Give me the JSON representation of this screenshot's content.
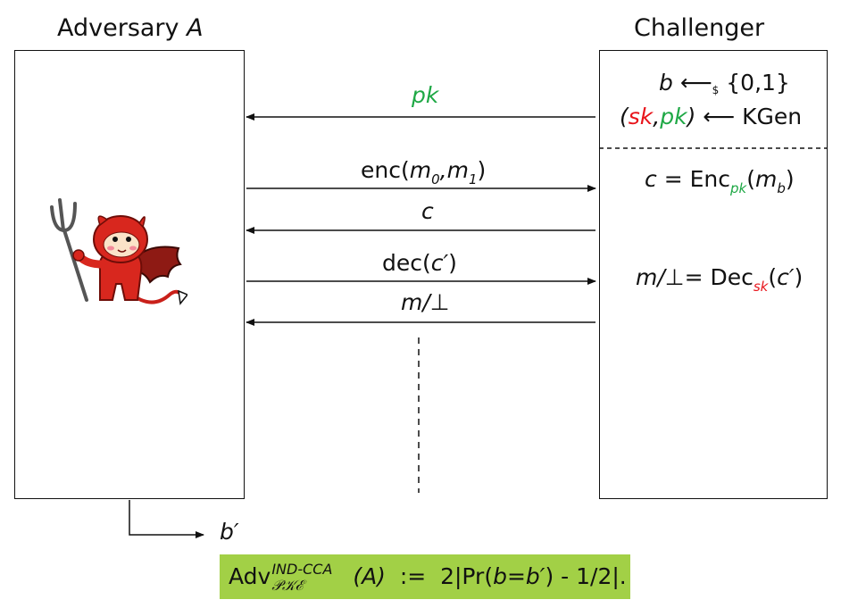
{
  "titles": {
    "adversary_prefix": "Adversary ",
    "adversary_name": "A",
    "challenger": "Challenger"
  },
  "challenger_setup": {
    "line1_b": "b",
    "line1_arrow": "⟵",
    "line1_dollar": "$",
    "line1_set": " {0,1}",
    "line2_open": "(",
    "line2_sk": "sk",
    "line2_comma": ",",
    "line2_pk": "pk",
    "line2_close": ")",
    "line2_rest": " ⟵ KGen"
  },
  "messages": {
    "pk": "pk",
    "enc_prefix": "enc(",
    "enc_m": "m",
    "enc_0": "0",
    "enc_comma": ",",
    "enc_m2": "m",
    "enc_1": "1",
    "enc_close": ")",
    "c": "c",
    "dec": "dec(",
    "dec_c": "c′",
    "dec_close": ")",
    "m_bot": "m/⊥"
  },
  "challenger_ops": {
    "enc_c": "c",
    "enc_eq": " = Enc",
    "enc_pk": "pk",
    "enc_open": "(",
    "enc_m": "m",
    "enc_b": "b",
    "enc_close": ")",
    "dec_lhs": "m/⊥",
    "dec_eq": "= Dec",
    "dec_sk": "sk",
    "dec_open": "(",
    "dec_c": "c′",
    "dec_close": ")"
  },
  "output": {
    "b_prime": "b′"
  },
  "advantage": {
    "adv": "Adv",
    "superscript": "IND-CCA",
    "subscript": "𝒫𝒦ℰ",
    "arg": "(A)",
    "rest": "  :=  2|Pr(",
    "b": "b",
    "eq": "=",
    "bp": "b′",
    "tail": ") - 1/2|."
  },
  "colors": {
    "green": "#1ea845",
    "red": "#e8141b",
    "advantage_bg": "#a2d046",
    "devil_red": "#d8271e"
  },
  "icons": {
    "adversary": "devil-mascot-icon"
  }
}
